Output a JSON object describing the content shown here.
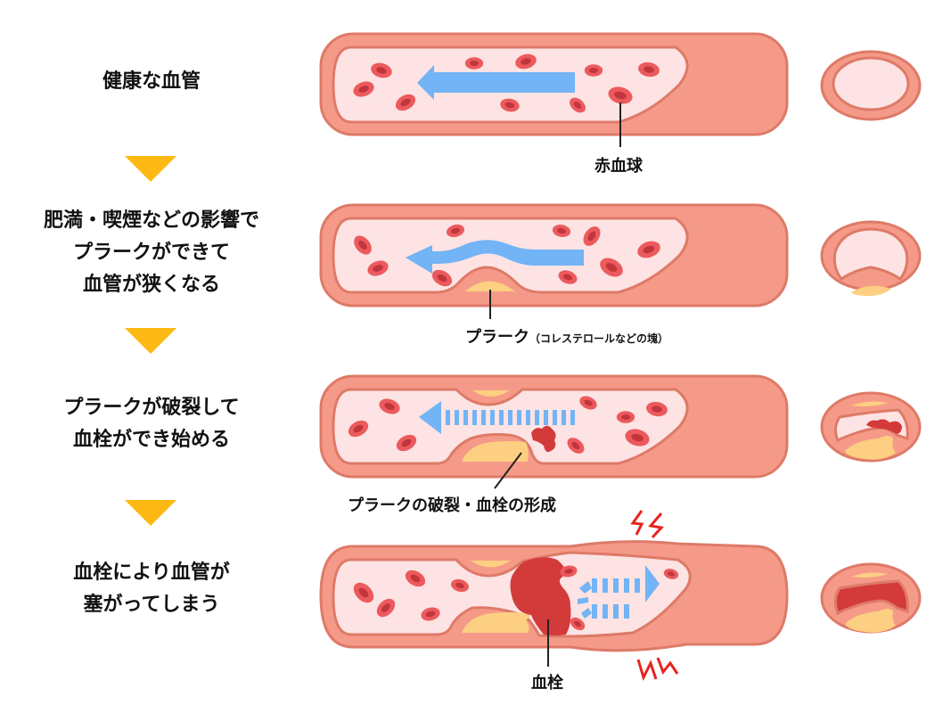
{
  "stages": [
    {
      "lines": [
        "健康な血管"
      ]
    },
    {
      "lines": [
        "肥満・喫煙などの影響で",
        "プラークができて",
        "血管が狭くなる"
      ]
    },
    {
      "lines": [
        "プラークが破裂して",
        "血栓ができ始める"
      ]
    },
    {
      "lines": [
        "血栓により血管が",
        "塞がってしまう"
      ]
    }
  ],
  "callouts": {
    "red_blood_cell": "赤血球",
    "plaque": "プラーク",
    "plaque_note": "（コレステロールなどの塊）",
    "rupture": "プラークの破裂・血栓の形成",
    "thrombus": "血栓"
  },
  "colors": {
    "vessel_wall": "#f59a88",
    "vessel_outline": "#de7a68",
    "lumen": "#fde3e3",
    "rbc": "#ec5a5e",
    "rbc_core": "#c0363c",
    "plaque": "#fdcf82",
    "thrombus": "#d33a3a",
    "flow_arrow": "#72b4f5",
    "step_arrow": "#fdb913",
    "pain_mark": "#e8231f"
  }
}
